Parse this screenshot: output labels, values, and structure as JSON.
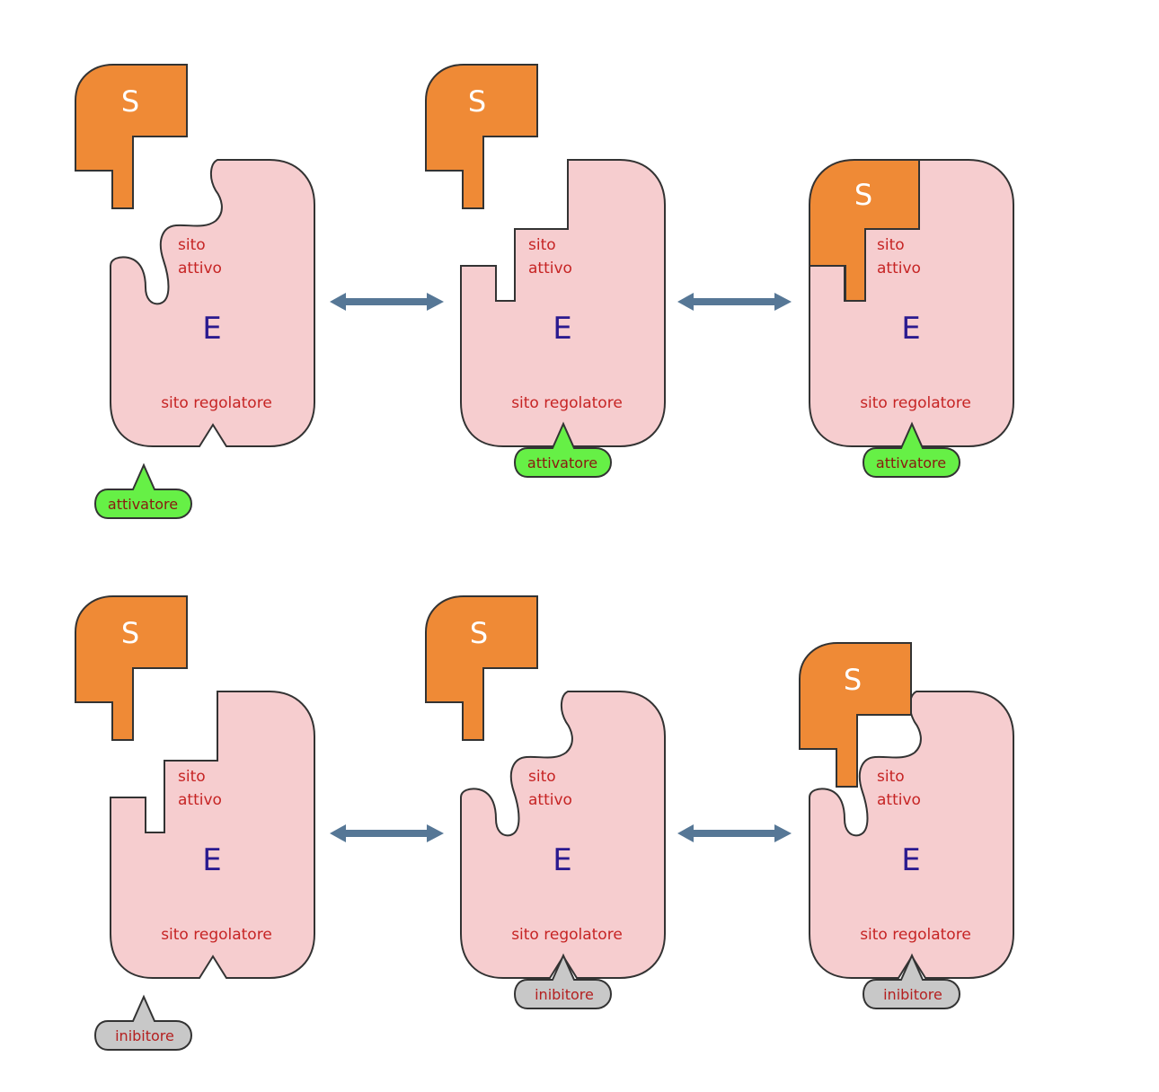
{
  "colors": {
    "enzyme": "#f6cdcf",
    "substrate": "#ef8a36",
    "activator": "#66f046",
    "inhibitor": "#c8c8c8",
    "arrow": "#567796",
    "outline": "#333333"
  },
  "labels": {
    "substrate": "S",
    "enzyme": "E",
    "active_site_1": "sito",
    "active_site_2": "attivo",
    "regulatory_site": "sito regolatore",
    "activator": "attivatore",
    "inhibitor": "inibitore"
  },
  "rows": [
    {
      "name": "activation",
      "effector": "activator",
      "arrows": "double-headed"
    },
    {
      "name": "inhibition",
      "effector": "inhibitor",
      "arrows": "double-headed"
    }
  ]
}
